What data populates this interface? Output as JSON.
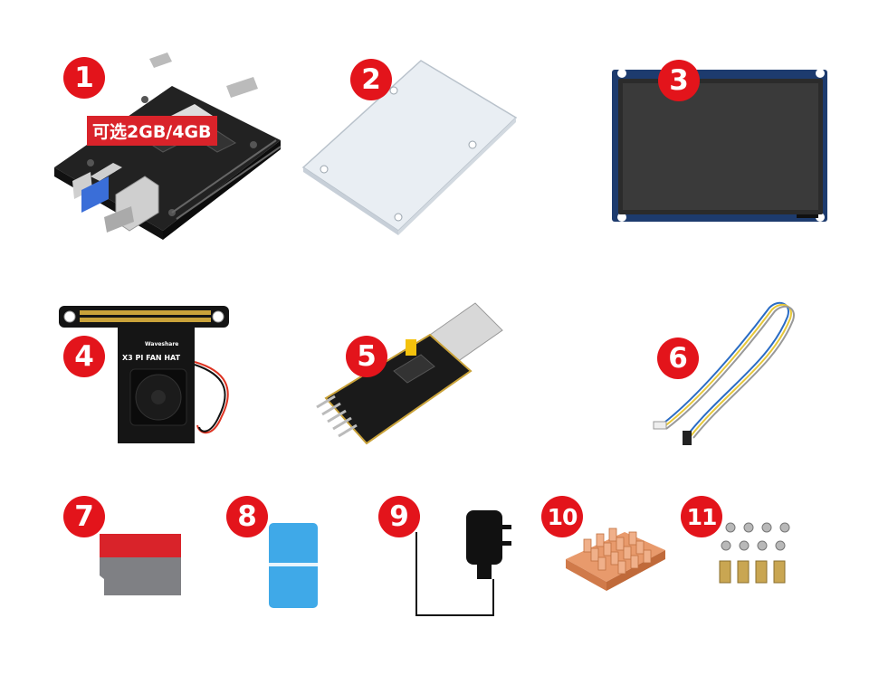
{
  "items": [
    {
      "number": "1",
      "name": "X3 Pi board",
      "tag": "可选2GB/4GB"
    },
    {
      "number": "2",
      "name": "acrylic plate"
    },
    {
      "number": "3",
      "name": "LCD display"
    },
    {
      "number": "4",
      "name": "fan hat",
      "silkscreen": "X3 PI FAN HAT",
      "brand": "Waveshare"
    },
    {
      "number": "5",
      "name": "USB to UART adapter"
    },
    {
      "number": "6",
      "name": "cable"
    },
    {
      "number": "7",
      "name": "microSD card"
    },
    {
      "number": "8",
      "name": "card reader"
    },
    {
      "number": "9",
      "name": "power adapter"
    },
    {
      "number": "10",
      "name": "heatsink"
    },
    {
      "number": "11",
      "name": "screws and standoffs"
    }
  ],
  "colors": {
    "badge": "#e3141b",
    "pcb": "#1a1a1a",
    "tag_bg": "#d9232a"
  }
}
